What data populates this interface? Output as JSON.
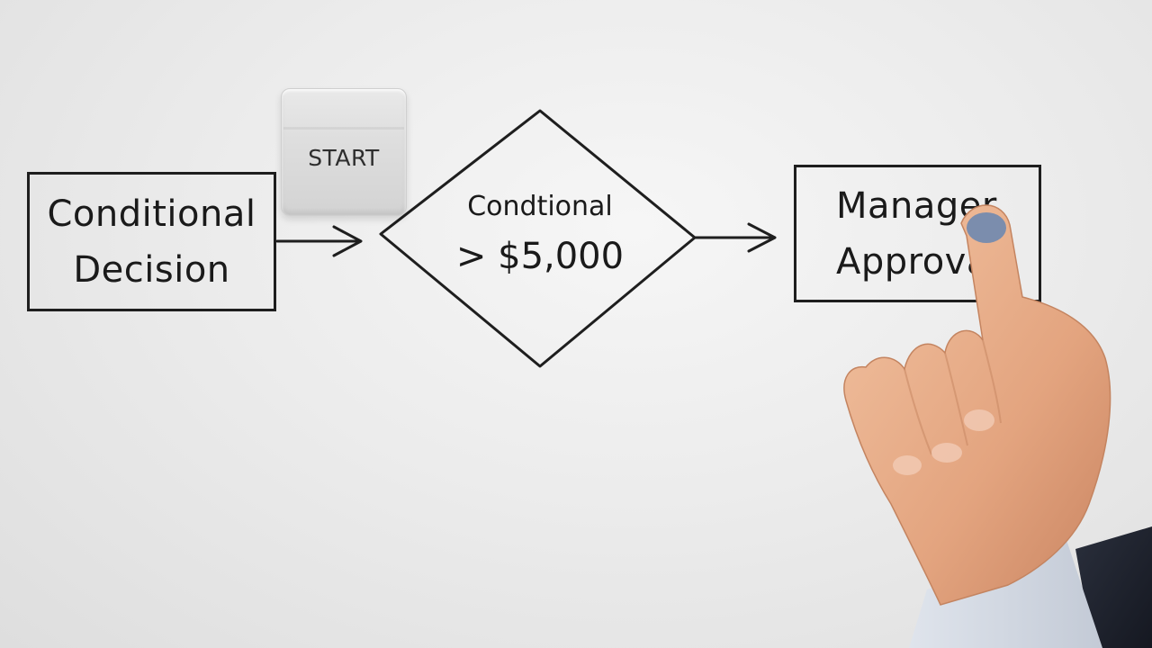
{
  "diagram": {
    "start_label": "START",
    "left_box": {
      "line1": "Conditional",
      "line2": "Decision"
    },
    "diamond": {
      "line1": "Condtional",
      "line2": "> $5,000"
    },
    "right_box": {
      "line1": "Manager",
      "line2": "Approval"
    }
  }
}
